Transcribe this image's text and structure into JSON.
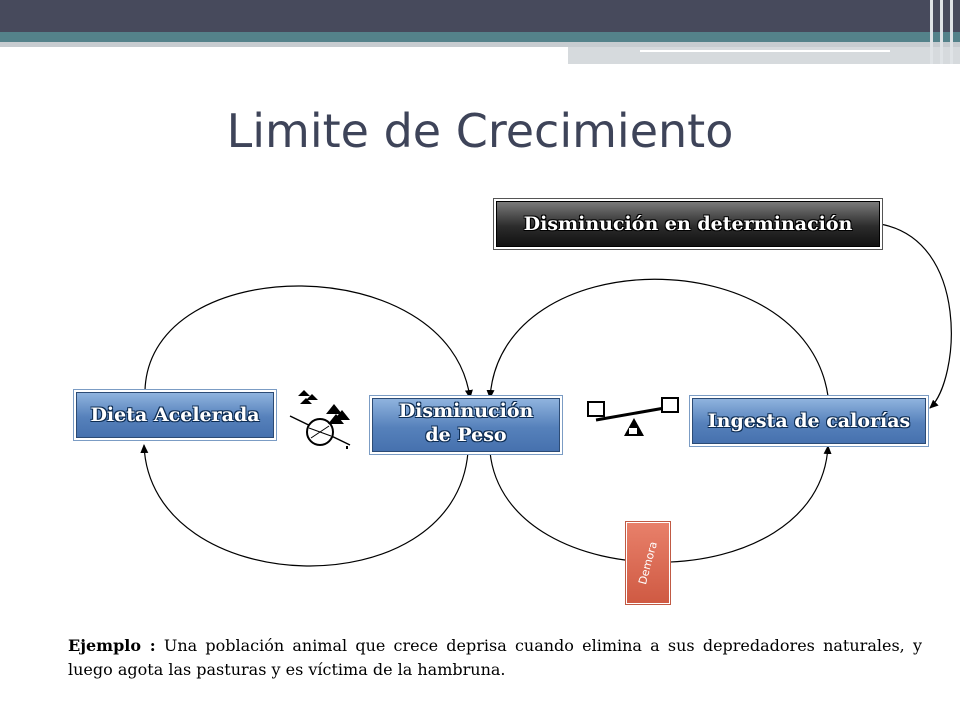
{
  "title": "Limite de Crecimiento",
  "nodes": {
    "determinacion": "Disminución en determinación",
    "dieta": "Dieta Acelerada",
    "peso_line1": "Disminución",
    "peso_line2": "de Peso",
    "ingesta": "Ingesta de calorías"
  },
  "delay_label": "Demora",
  "example": {
    "label": "Ejemplo :",
    "text": "Una población animal que crece deprisa cuando elimina a sus depredadores naturales, y luego agota las pasturas y es víctima de la hambruna."
  },
  "icons": [
    "snowball-icon",
    "balance-scale-icon"
  ],
  "colors": {
    "title": "#3e4459",
    "box_blue": "#5681bb",
    "box_dark": "#2c2c2c",
    "delay": "#cf5a43",
    "header": "#474a5c",
    "accent": "#54828a"
  }
}
